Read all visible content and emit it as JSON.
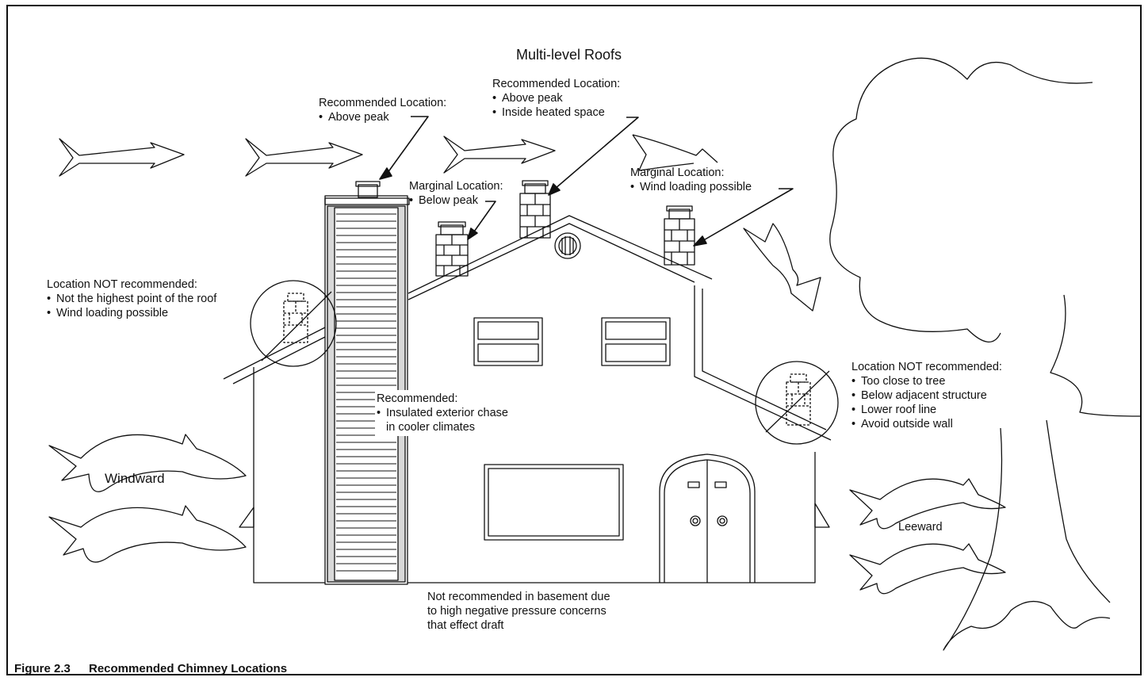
{
  "title": "Multi-level Roofs",
  "callouts": {
    "rec_left": {
      "heading": "Recommended Location:",
      "bullets": [
        "Above peak"
      ]
    },
    "rec_mid": {
      "heading": "Recommended Location:",
      "bullets": [
        "Above peak",
        "Inside heated space"
      ]
    },
    "marg_left": {
      "heading": "Marginal Location:",
      "bullets": [
        "Below peak"
      ]
    },
    "marg_right": {
      "heading": "Marginal Location:",
      "bullets": [
        "Wind loading possible"
      ]
    },
    "notrec_left": {
      "heading": "Location NOT recommended:",
      "bullets": [
        "Not the highest point of the roof",
        "Wind loading possible"
      ]
    },
    "notrec_right": {
      "heading": "Location NOT recommended:",
      "bullets": [
        "Too close to tree",
        "Below adjacent structure",
        "Lower roof line",
        "Avoid outside wall"
      ]
    },
    "chase": {
      "heading": "Recommended:",
      "bullets": [
        "Insulated exterior chase",
        "in cooler climates"
      ]
    },
    "basement": [
      "Not recommended in basement due",
      "to high negative pressure concerns",
      "that effect draft"
    ]
  },
  "wind": {
    "windward": "Windward",
    "leeward": "Leeward"
  },
  "caption": {
    "number": "Figure 2.3",
    "text": "Recommended Chimney Locations"
  }
}
